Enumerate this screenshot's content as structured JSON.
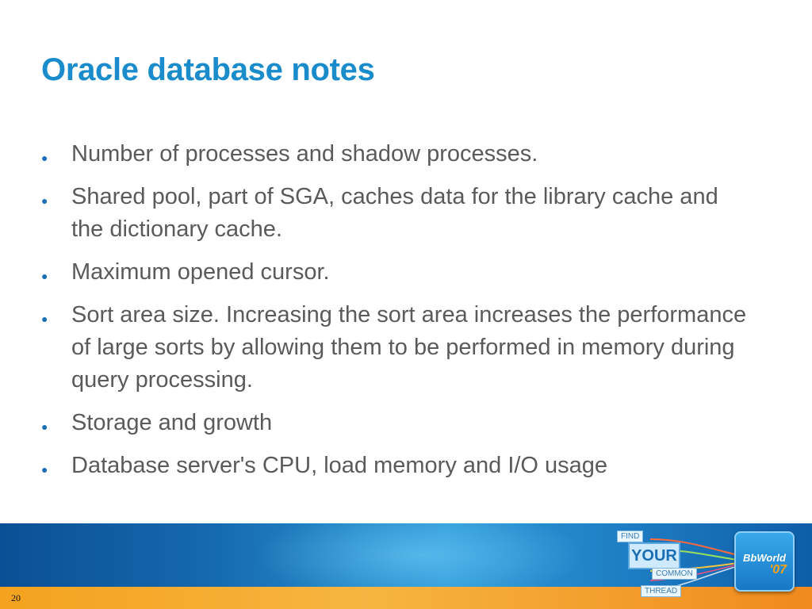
{
  "slide": {
    "title": "Oracle database notes",
    "page_number": "20"
  },
  "bullets": [
    {
      "text": "Number of processes and shadow processes."
    },
    {
      "text": "Shared pool, part of SGA, caches data for the library cache and the dictionary cache."
    },
    {
      "text": "Maximum opened cursor."
    },
    {
      "text": "Sort area size.  Increasing the sort area increases the performance of large sorts by allowing them to be performed in memory during query processing."
    },
    {
      "text": "Storage and growth"
    },
    {
      "text": "Database server's CPU, load memory and I/O usage"
    }
  ],
  "footer": {
    "tags": {
      "find": "FIND",
      "your": "YOUR",
      "common": "COMMON",
      "thread": "THREAD"
    },
    "logo": {
      "name": "BbWorld",
      "year": "'07"
    }
  },
  "colors": {
    "title": "#1a8ccb",
    "body_text": "#5a5a5a",
    "bullet": "#1c6fb6",
    "footer_blue": "#1568ad",
    "footer_orange": "#f4a21f"
  },
  "icons": {
    "bullet": "small-round-bullet",
    "logo": "bbworld-logo"
  }
}
